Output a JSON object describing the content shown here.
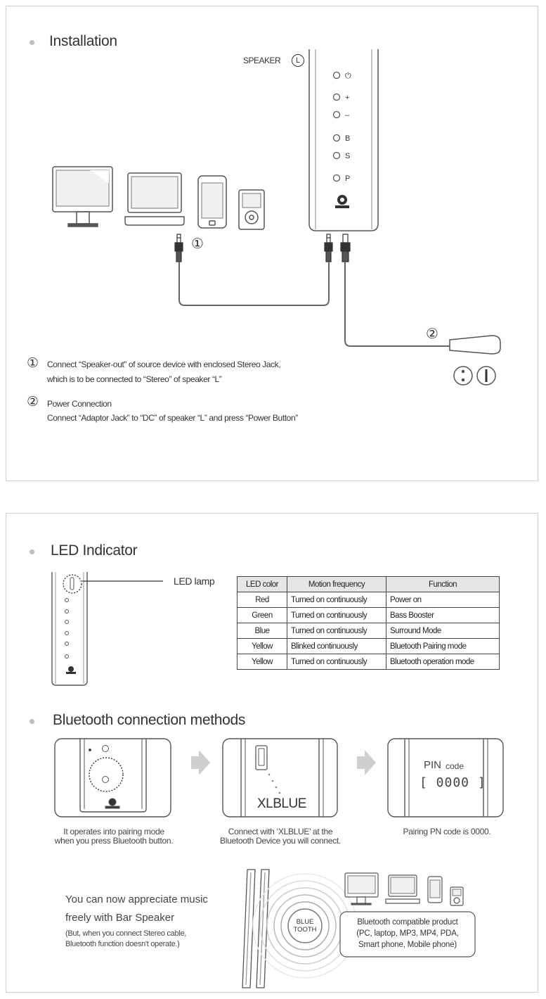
{
  "installation": {
    "title": "Installation",
    "speaker_label": "SPEAKER",
    "speaker_side": "L",
    "button_labels": [
      "⏻",
      "+",
      "–",
      "B",
      "S",
      "P"
    ],
    "jack_marker_1": "①",
    "jack_marker_2": "②",
    "step1_num": "①",
    "step1_line1": "Connect “Speaker-out” of source device with enclosed Stereo Jack,",
    "step1_line2": "which is to be connected to “Stereo” of speaker “L”",
    "step2_num": "②",
    "step2_line1": "Power Connection",
    "step2_line2": "Connect “Adaptor Jack” to “DC” of speaker “L” and press “Power Button”"
  },
  "led": {
    "title": "LED Indicator",
    "lamp_label": "LED lamp",
    "headers": [
      "LED color",
      "Motion frequency",
      "Function"
    ],
    "rows": [
      [
        "Red",
        "Turned on continuously",
        "Power on"
      ],
      [
        "Green",
        "Turned on continuously",
        "Bass Booster"
      ],
      [
        "Blue",
        "Turned on continuously",
        "Surround Mode"
      ],
      [
        "Yellow",
        "Blinked continuously",
        "Bluetooth Pairing mode"
      ],
      [
        "Yellow",
        "Turned on continuously",
        "Bluetooth operation mode"
      ]
    ]
  },
  "bluetooth": {
    "title": "Bluetooth connection methods",
    "device_name": "XLBLUE",
    "pin_label": "PIN",
    "pin_code_word": "code",
    "pin_code": "[ 0000 ]",
    "caption1_line1": "It operates into pairing mode",
    "caption1_line2": "when you press Bluetooth button.",
    "caption2_line1": "Connect with ‘XLBLUE’ at the",
    "caption2_line2": "Bluetooth Device you will connect.",
    "caption3": "Pairing PN code is  0000.",
    "enjoy_line1": "You can now appreciate music",
    "enjoy_line2": "freely with Bar Speaker",
    "note_line1": "(But, when you connect Stereo cable,",
    "note_line2": "Bluetooth function doesn't operate.)",
    "logo_line1": "BLUE",
    "logo_line2": "TOOTH",
    "compat_line1": "Bluetooth compatible product",
    "compat_line2": "(PC, laptop, MP3, MP4, PDA,",
    "compat_line3": "Smart phone, Mobile phone)"
  },
  "colors": {
    "border": "#cfcfcf",
    "line": "#444444",
    "bullet": "#bdbdbd",
    "header_bg": "#e6e6e6"
  }
}
